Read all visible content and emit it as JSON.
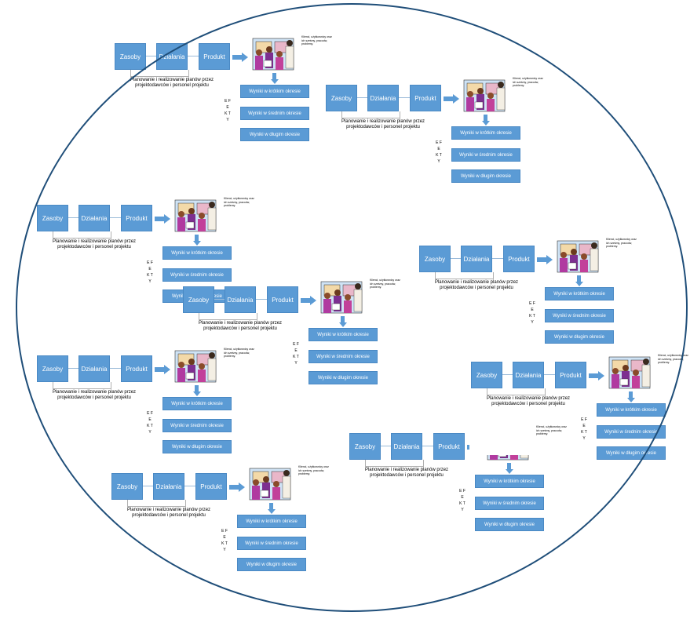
{
  "diagram": {
    "resources_label": "Zasoby",
    "activities_label": "Działania",
    "product_label": "Produkt",
    "planning_text": "Planowanie i realizowanie planów przez projektodawców i personel projektu",
    "clients_text": "Klienci, użytkownicy oraz ich sześmy, pracodw, problemy.",
    "results_short": "Wyniki w krótkim okresie",
    "results_medium": "Wyniki w średnim okresie",
    "results_long": "Wyniki w długim okresie",
    "effects_label": "E F E K T Y",
    "people_icon": "clipart-people-icon",
    "accent_color": "#5b9bd5",
    "frame_color": "#1f4e79"
  }
}
